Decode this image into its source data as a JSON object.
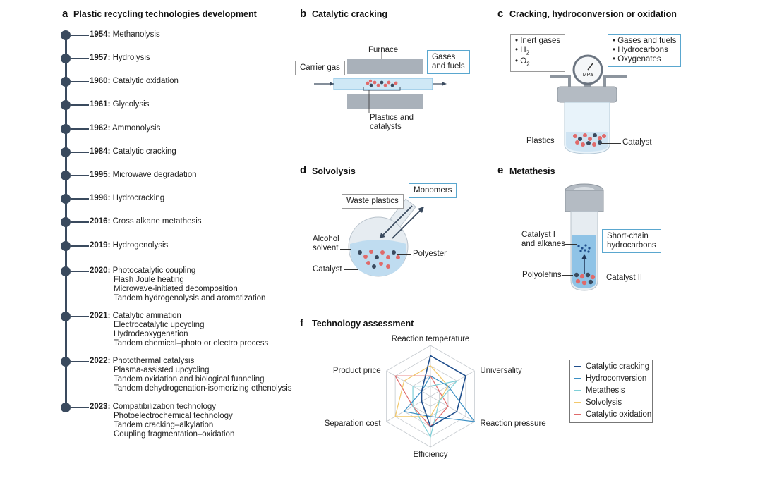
{
  "panel_a": {
    "letter": "a",
    "title": "Plastic recycling technologies development",
    "events": [
      {
        "year": "1954:",
        "items": [
          "Methanolysis"
        ]
      },
      {
        "year": "1957:",
        "items": [
          "Hydrolysis"
        ]
      },
      {
        "year": "1960:",
        "items": [
          "Catalytic oxidation"
        ]
      },
      {
        "year": "1961:",
        "items": [
          "Glycolysis"
        ]
      },
      {
        "year": "1962:",
        "items": [
          "Ammonolysis"
        ]
      },
      {
        "year": "1984:",
        "items": [
          "Catalytic cracking"
        ]
      },
      {
        "year": "1995:",
        "items": [
          "Microwave degradation"
        ]
      },
      {
        "year": "1996:",
        "items": [
          "Hydrocracking"
        ]
      },
      {
        "year": "2016:",
        "items": [
          "Cross alkane metathesis"
        ]
      },
      {
        "year": "2019:",
        "items": [
          "Hydrogenolysis"
        ]
      },
      {
        "year": "2020:",
        "items": [
          "Photocatalytic coupling",
          "Flash Joule heating",
          "Microwave-initiated decomposition",
          "Tandem hydrogenolysis and aromatization"
        ]
      },
      {
        "year": "2021:",
        "items": [
          "Catalytic amination",
          "Electrocatalytic upcycling",
          "Hydrodeoxygenation",
          "Tandem chemical–photo or electro process"
        ]
      },
      {
        "year": "2022:",
        "items": [
          "Photothermal catalysis",
          "Plasma-assisted upcycling",
          "Tandem oxidation and biological funneling",
          "Tandem dehydrogenation-isomerizing ethenolysis"
        ]
      },
      {
        "year": "2023:",
        "items": [
          "Compatibilization technology",
          "Photoelectrochemical technology",
          "Tandem cracking–alkylation",
          "Coupling fragmentation–oxidation"
        ]
      }
    ]
  },
  "panel_b": {
    "letter": "b",
    "title": "Catalytic cracking",
    "furnace": "Furnace",
    "carrier_gas": "Carrier gas",
    "gases_fuels": [
      "Gases",
      "and fuels"
    ],
    "plastics_catalysts": [
      "Plastics and",
      "catalysts"
    ]
  },
  "panel_c": {
    "letter": "c",
    "title": "Cracking, hydroconversion or oxidation",
    "inputs": [
      "Inert gases",
      "H",
      "O"
    ],
    "input_subscript": "2",
    "outputs": [
      "Gases and fuels",
      "Hydrocarbons",
      "Oxygenates"
    ],
    "gauge_unit": "MPa",
    "plastics": "Plastics",
    "catalyst": "Catalyst"
  },
  "panel_d": {
    "letter": "d",
    "title": "Solvolysis",
    "waste_plastics": "Waste plastics",
    "monomers": "Monomers",
    "alcohol_solvent": [
      "Alcohol",
      "solvent"
    ],
    "polyester": "Polyester",
    "catalyst": "Catalyst"
  },
  "panel_e": {
    "letter": "e",
    "title": "Metathesis",
    "catalyst_i": [
      "Catalyst I",
      "and alkanes"
    ],
    "short_chain": [
      "Short-chain",
      "hydrocarbons"
    ],
    "polyolefins": "Polyolefins",
    "catalyst_ii": "Catalyst II"
  },
  "panel_f": {
    "letter": "f",
    "title": "Technology assessment",
    "axes": [
      "Reaction temperature",
      "Universality",
      "Reaction pressure",
      "Efficiency",
      "Separation cost",
      "Product price"
    ],
    "legend": [
      "Catalytic cracking",
      "Hydroconversion",
      "Metathesis",
      "Solvolysis",
      "Catalytic oxidation"
    ],
    "colors": [
      "#1f4e8c",
      "#3b8fc4",
      "#7fd0d8",
      "#f2c86b",
      "#e06a6a"
    ]
  },
  "chart_data": {
    "type": "radar",
    "axes": [
      "Reaction temperature",
      "Universality",
      "Reaction pressure",
      "Efficiency",
      "Separation cost",
      "Product price"
    ],
    "scale": [
      0,
      5
    ],
    "series": [
      {
        "name": "Catalytic cracking",
        "values": [
          4,
          4,
          3,
          3,
          1,
          1
        ]
      },
      {
        "name": "Hydroconversion",
        "values": [
          2,
          2,
          5,
          2,
          3,
          1
        ]
      },
      {
        "name": "Metathesis",
        "values": [
          1,
          3,
          1,
          4,
          2,
          2
        ]
      },
      {
        "name": "Solvolysis",
        "values": [
          3,
          2,
          1,
          2,
          4,
          3
        ]
      },
      {
        "name": "Catalytic oxidation",
        "values": [
          2,
          1,
          2,
          3,
          2,
          4
        ]
      }
    ]
  }
}
